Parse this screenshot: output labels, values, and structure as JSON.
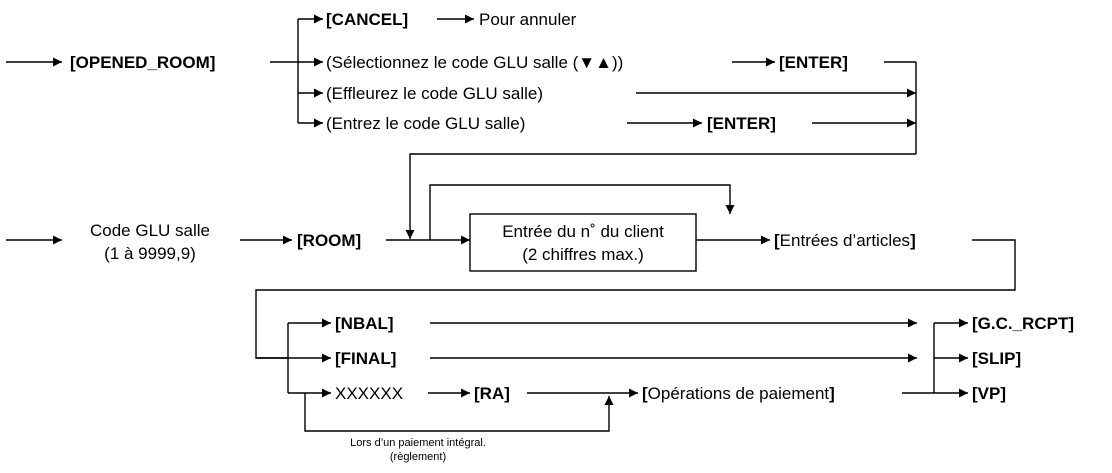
{
  "diagram": {
    "row1": {
      "opened_room": "[OPENED_ROOM]",
      "cancel": "[CANCEL]",
      "cancel_note": "Pour annuler",
      "select_code": "(Sélectionnez le code GLU salle (▼▲))",
      "enter_1": "[ENTER]",
      "touch_code": "(Effleurez le code GLU salle)",
      "type_code": "(Entrez le code GLU salle)",
      "enter_2": "[ENTER]"
    },
    "row2": {
      "code_label_1": "Code GLU salle",
      "code_label_2": "(1 à 9999,9)",
      "room": "[ROOM]",
      "client_box_1": "Entrée du n˚ du client",
      "client_box_2": "(2 chiffres max.)",
      "items_open": "[",
      "items_text": "Entrées d’articles",
      "items_close": "]"
    },
    "row3": {
      "nbal": "[NBAL]",
      "final": "[FINAL]",
      "xxxxxx": "XXXXXX",
      "ra": "[RA]",
      "pay_open": "[",
      "pay_text": "Opérations de paiement",
      "pay_close": "]",
      "gc_rcpt": "[G.C._RCPT]",
      "slip": "[SLIP]",
      "vp": "[VP]",
      "note_1": "Lors d’un paiement intégral.",
      "note_2": "(règlement)"
    }
  }
}
